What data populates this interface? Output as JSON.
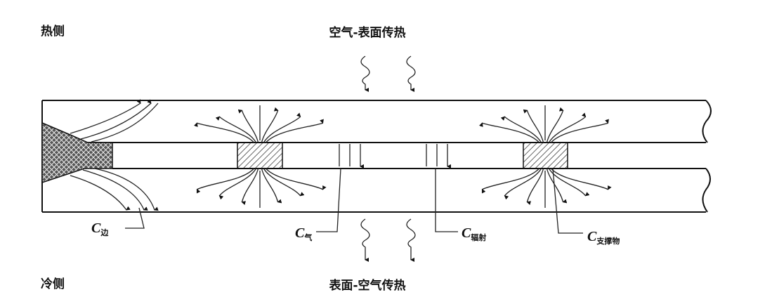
{
  "labels": {
    "hot_side": "热侧",
    "cold_side": "冷侧",
    "top_heat_transfer": "空气-表面传热",
    "bottom_heat_transfer": "表面-空气传热",
    "c_edge": {
      "symbol": "C",
      "sub": "边"
    },
    "c_gas": {
      "symbol": "C",
      "sub": "气"
    },
    "c_radiation": {
      "symbol": "C",
      "sub": "辐射"
    },
    "c_spacer": {
      "symbol": "C",
      "sub": "支撑物"
    }
  }
}
